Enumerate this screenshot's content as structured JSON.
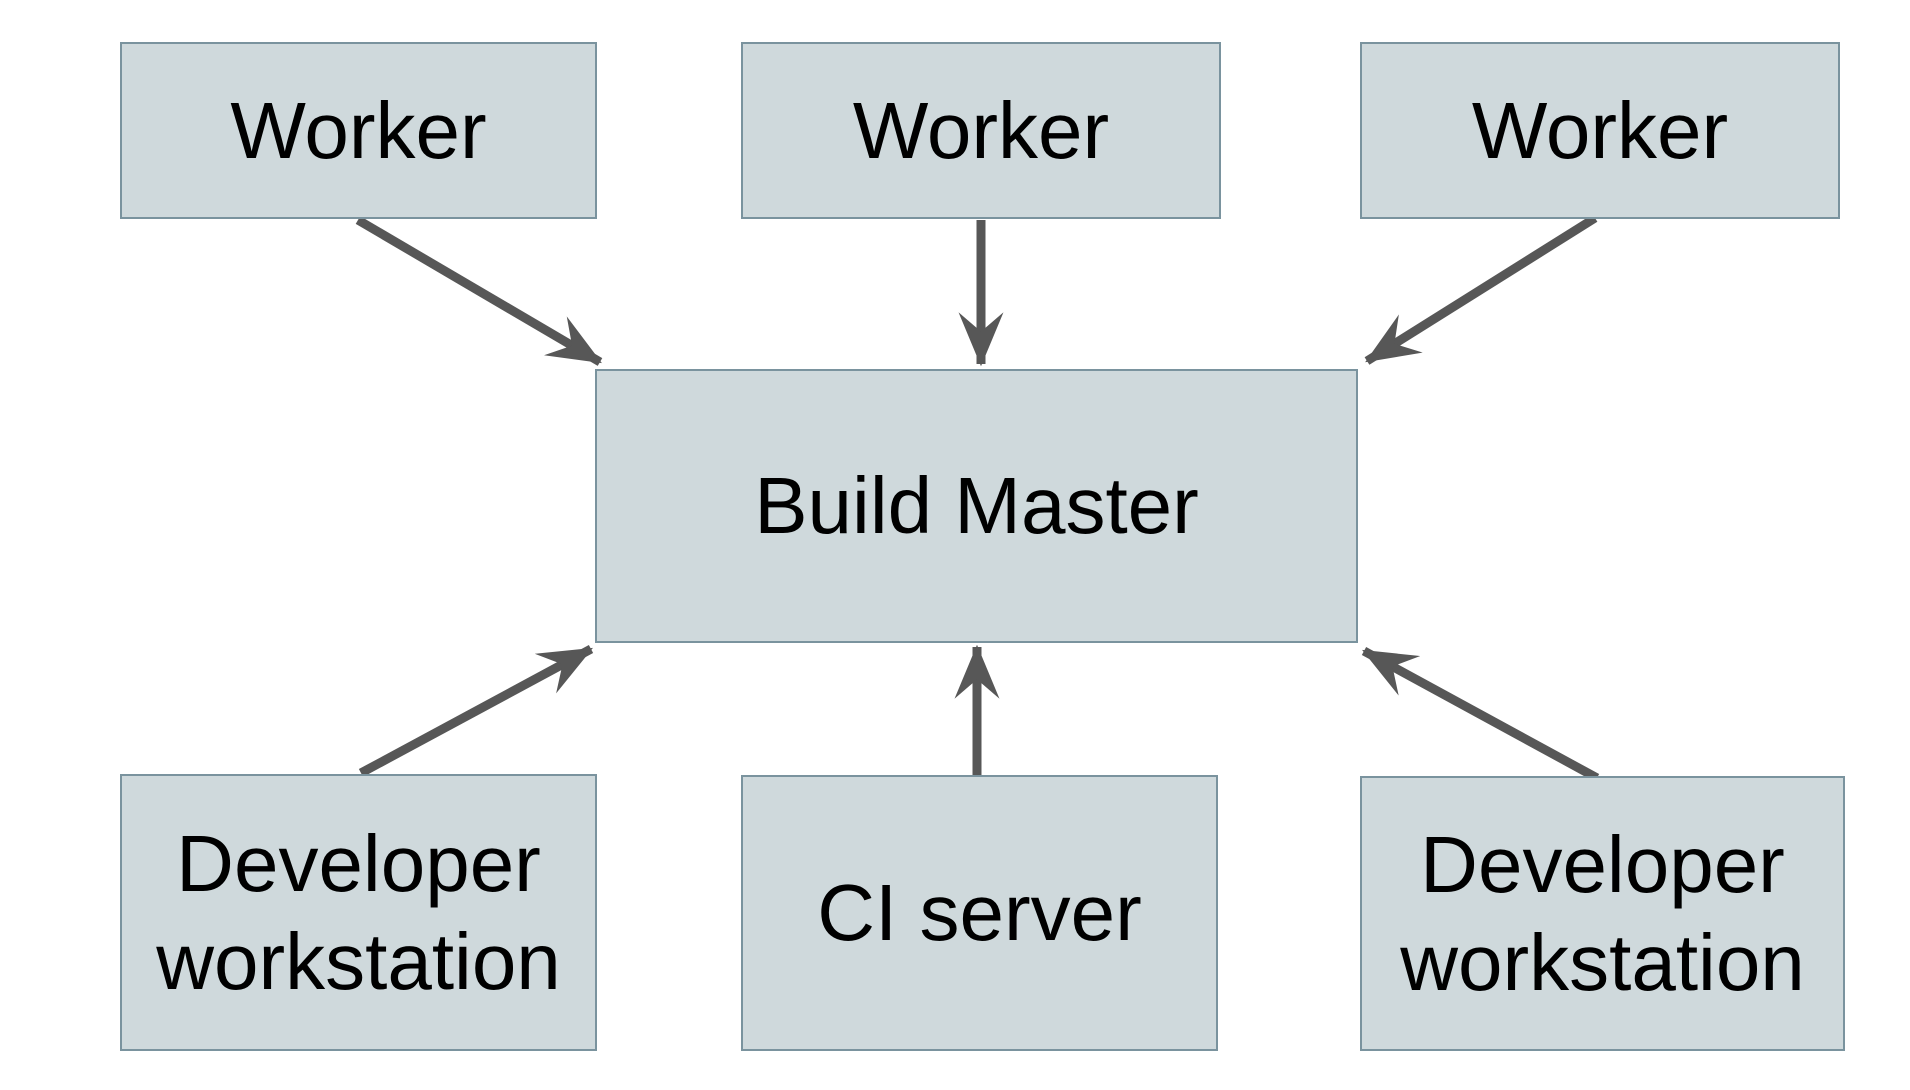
{
  "colors": {
    "background": "#ffffff",
    "node_fill": "#cfd9dc",
    "node_border": "#7a939e",
    "arrow_color": "#575757",
    "text_color": "#000000"
  },
  "nodes": [
    {
      "id": "worker-1",
      "label": "Worker"
    },
    {
      "id": "worker-2",
      "label": "Worker"
    },
    {
      "id": "worker-3",
      "label": "Worker"
    },
    {
      "id": "build-master",
      "label": "Build Master"
    },
    {
      "id": "developer-workstation-left",
      "label": "Developer workstation"
    },
    {
      "id": "ci-server",
      "label": "CI server"
    },
    {
      "id": "developer-workstation-right",
      "label": "Developer workstation"
    }
  ],
  "edges": [
    {
      "from": "worker-1",
      "to": "build-master"
    },
    {
      "from": "worker-2",
      "to": "build-master"
    },
    {
      "from": "worker-3",
      "to": "build-master"
    },
    {
      "from": "developer-workstation-left",
      "to": "build-master"
    },
    {
      "from": "ci-server",
      "to": "build-master"
    },
    {
      "from": "developer-workstation-right",
      "to": "build-master"
    }
  ]
}
